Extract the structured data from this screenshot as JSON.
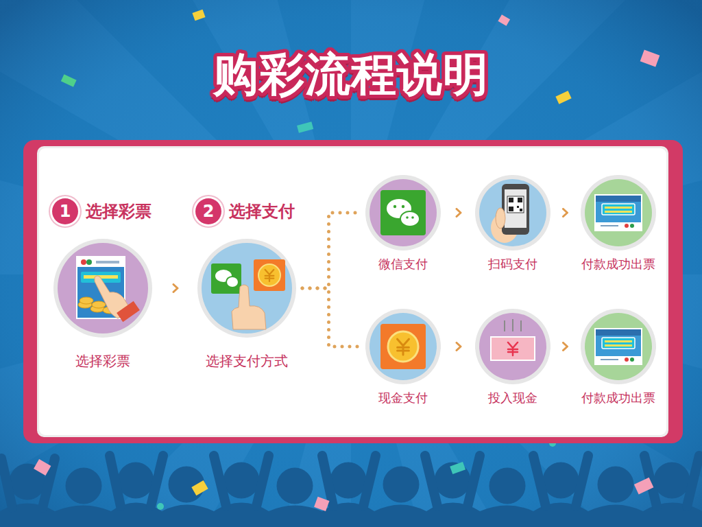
{
  "diagram": {
    "title": "购彩流程说明",
    "nodes": [
      {
        "text": [
          "选择彩票"
        ]
      },
      {
        "text": [
          "选择支付方式"
        ]
      },
      {
        "text": [
          "微信支付"
        ]
      },
      {
        "text": [
          "扫码支付"
        ]
      },
      {
        "text": [
          "付款成功出票"
        ]
      },
      {
        "text": [
          "现金支付"
        ]
      },
      {
        "text": [
          "投入现金"
        ]
      },
      {
        "text": [
          "付款成功出票"
        ]
      }
    ],
    "edges": [
      {
        "from": 0,
        "to": 1,
        "arrow": "to"
      },
      {
        "from": 1,
        "to": 2,
        "arrow": "none"
      },
      {
        "from": 1,
        "to": 5,
        "arrow": "none"
      },
      {
        "from": 2,
        "to": 3,
        "arrow": "to"
      },
      {
        "from": 3,
        "to": 4,
        "arrow": "to"
      },
      {
        "from": 5,
        "to": 6,
        "arrow": "to"
      },
      {
        "from": 6,
        "to": 7,
        "arrow": "to"
      }
    ],
    "labels": [
      "1",
      "选择彩票",
      "2",
      "选择支付"
    ]
  }
}
